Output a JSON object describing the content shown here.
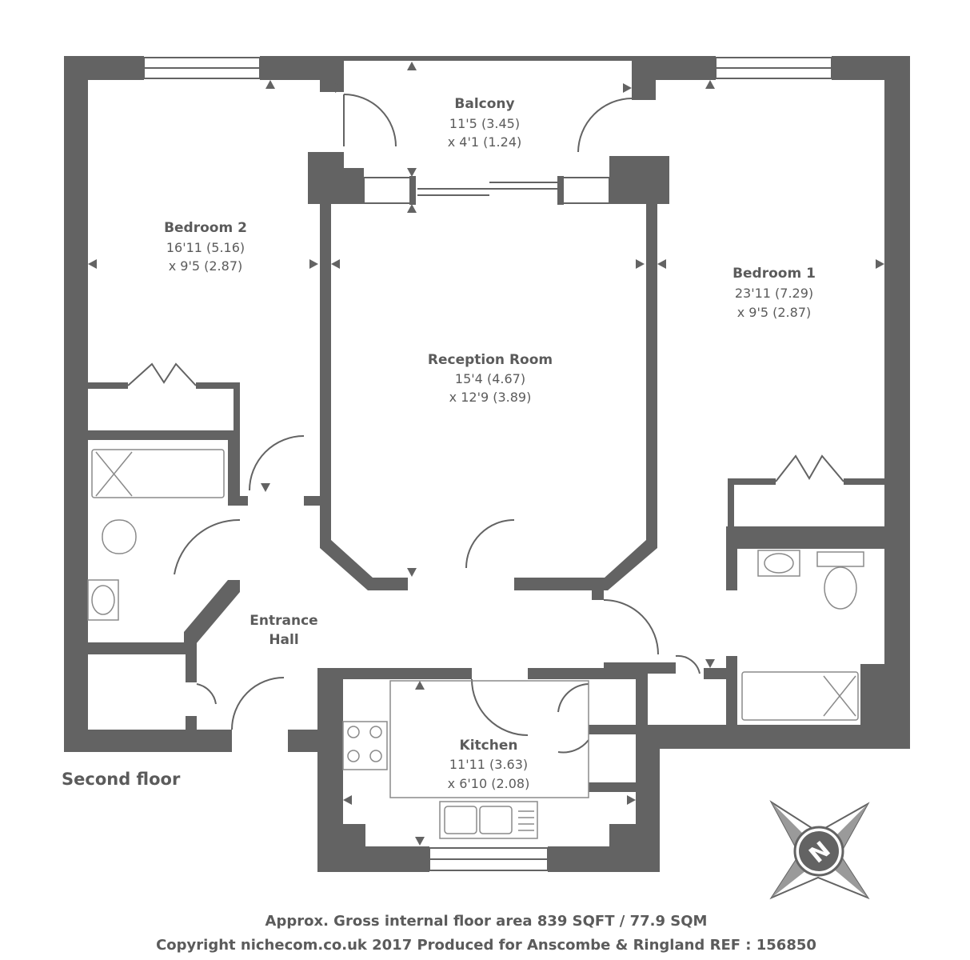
{
  "floor_label": "Second floor",
  "rooms": {
    "balcony": {
      "name": "Balcony",
      "dim1": "11'5 (3.45)",
      "dim2": "x 4'1 (1.24)"
    },
    "bedroom2": {
      "name": "Bedroom 2",
      "dim1": "16'11 (5.16)",
      "dim2": "x 9'5 (2.87)"
    },
    "bedroom1": {
      "name": "Bedroom 1",
      "dim1": "23'11 (7.29)",
      "dim2": "x 9'5 (2.87)"
    },
    "reception": {
      "name": "Reception Room",
      "dim1": "15'4 (4.67)",
      "dim2": "x 12'9 (3.89)"
    },
    "hall": {
      "name1": "Entrance",
      "name2": "Hall"
    },
    "kitchen": {
      "name": "Kitchen",
      "dim1": "11'11 (3.63)",
      "dim2": "x 6'10 (2.08)"
    }
  },
  "compass": {
    "letter": "N"
  },
  "footer": {
    "area": "Approx. Gross internal floor area 839 SQFT / 77.9 SQM",
    "copyright": "Copyright nichecom.co.uk 2017 Produced for Anscombe & Ringland REF : 156850"
  },
  "colors": {
    "wall": "#636363",
    "text": "#5b5b5b",
    "fixture": "#8a8a8a"
  }
}
